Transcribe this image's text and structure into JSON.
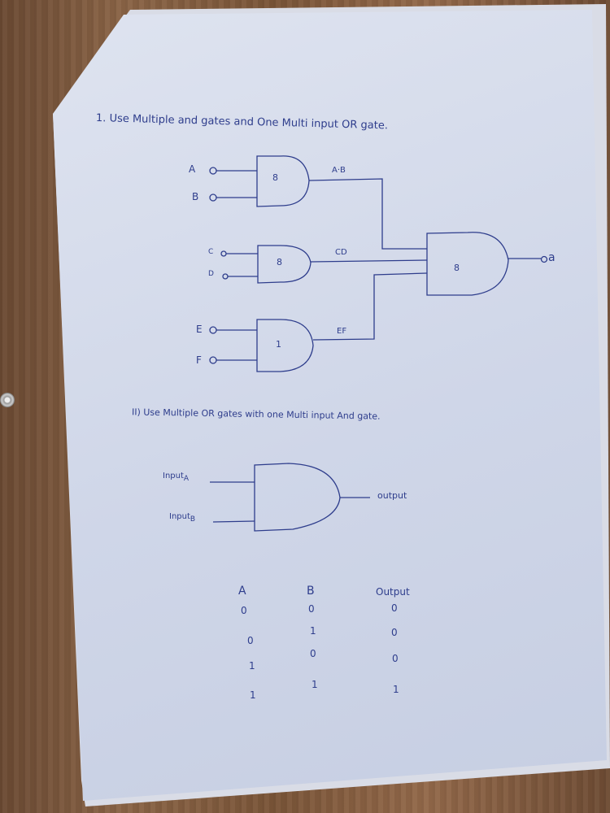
{
  "section1": {
    "title": "1. Use Multiple and gates and One Multi input OR gate.",
    "inputs": [
      "A",
      "B",
      "C",
      "D",
      "E",
      "F"
    ],
    "wire_labels": [
      "A·B",
      "CD",
      "EF"
    ],
    "gate_marks": [
      "8",
      "8",
      "1",
      "8"
    ],
    "output_label": "a"
  },
  "section2": {
    "title": "II) Use Multiple OR gates with one Multi input And gate.",
    "input_a": "Input",
    "input_a_sub": "A",
    "input_b": "Input",
    "input_b_sub": "B",
    "output": "output",
    "table": {
      "headers": [
        "A",
        "B",
        "Output"
      ],
      "rows": [
        [
          "0",
          "0",
          "0"
        ],
        [
          "0",
          "1",
          "0"
        ],
        [
          "1",
          "0",
          "0"
        ],
        [
          "1",
          "1",
          "1"
        ]
      ]
    }
  },
  "colors": {
    "ink": "#2e3d8c",
    "paper": "#d3d9ea",
    "wood": "#7a5538"
  }
}
